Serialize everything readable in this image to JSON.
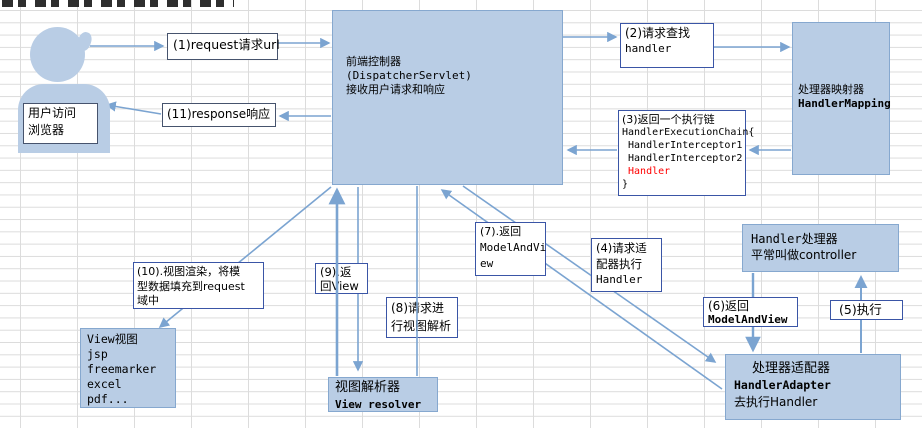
{
  "colors": {
    "node_fill": "#b9cde5",
    "node_border": "#86a8cf",
    "arrow": "#7ba4d1",
    "step_border_blue": "#3a55a6",
    "step_border_dark": "#46536d",
    "highlight_red": "#ff0000",
    "grid_line": "#dcdcdc"
  },
  "nodes": {
    "user": {
      "lines": [
        "用户访问",
        "浏览器"
      ]
    },
    "dispatcher": {
      "lines": [
        "前端控制器",
        "(DispatcherServlet)",
        "接收用户请求和响应"
      ]
    },
    "handler_mapping": {
      "lines": [
        "处理器映射器",
        "HandlerMapping"
      ]
    },
    "handler": {
      "lines": [
        "Handler处理器",
        "平常叫做controller"
      ]
    },
    "handler_adapter": {
      "lines": [
        "处理器适配器",
        "HandlerAdapter",
        "去执行Handler"
      ]
    },
    "view_resolver": {
      "lines": [
        "视图解析器",
        "View resolver"
      ]
    },
    "view": {
      "lines": [
        "View视图",
        "jsp",
        "freemarker",
        "excel",
        "pdf..."
      ]
    }
  },
  "steps": {
    "s1": {
      "lines": [
        "(1)request请求url"
      ]
    },
    "s2": {
      "lines": [
        "(2)请求查找",
        "handler"
      ]
    },
    "s3": {
      "lines": [
        "(3)返回一个执行链",
        "HandlerExecutionChain{",
        " HandlerInterceptor1",
        " HandlerInterceptor2",
        " Handler",
        "}"
      ]
    },
    "s4": {
      "lines": [
        "(4)请求适",
        "配器执行",
        "Handler"
      ]
    },
    "s5": {
      "lines": [
        "(5)执行"
      ]
    },
    "s6": {
      "lines": [
        "(6)返回",
        "ModelAndView"
      ]
    },
    "s7": {
      "lines": [
        "(7).返回",
        "ModelAndVi",
        "ew"
      ]
    },
    "s8": {
      "lines": [
        "(8)请求进",
        "行视图解析"
      ]
    },
    "s9": {
      "lines": [
        "(9).返",
        "回View"
      ]
    },
    "s10": {
      "lines": [
        "(10).视图渲染，将模",
        "型数据填充到request",
        "域中"
      ]
    },
    "s11": {
      "lines": [
        "(11)response响应"
      ]
    }
  }
}
